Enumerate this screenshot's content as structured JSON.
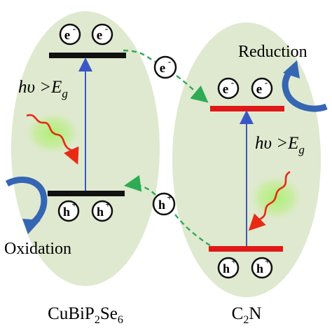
{
  "left": {
    "label_main": "CuBiP",
    "label_sub1": "2",
    "label_mid": "Se",
    "label_sub2": "6",
    "side_process": "Oxidation",
    "excitation_main": "hυ >E",
    "excitation_sub": "g"
  },
  "right": {
    "label_main": "C",
    "label_sub": "2",
    "label_end": "N",
    "side_process": "Reduction",
    "excitation_main": "hυ >E",
    "excitation_sub": "g"
  },
  "carriers": {
    "electron": "e",
    "electron_sup": "-",
    "hole": "h",
    "hole_sup": "+"
  },
  "colors": {
    "ellipse_fill": "#dfe9cf",
    "left_band": "#111111",
    "right_band": "#e01818",
    "arrow_blue": "#3a57c8",
    "transfer_green": "#2faa55",
    "curve_blue": "#3566b4",
    "photon_red": "#e82a14",
    "photon_glow": "#7ee04a"
  }
}
